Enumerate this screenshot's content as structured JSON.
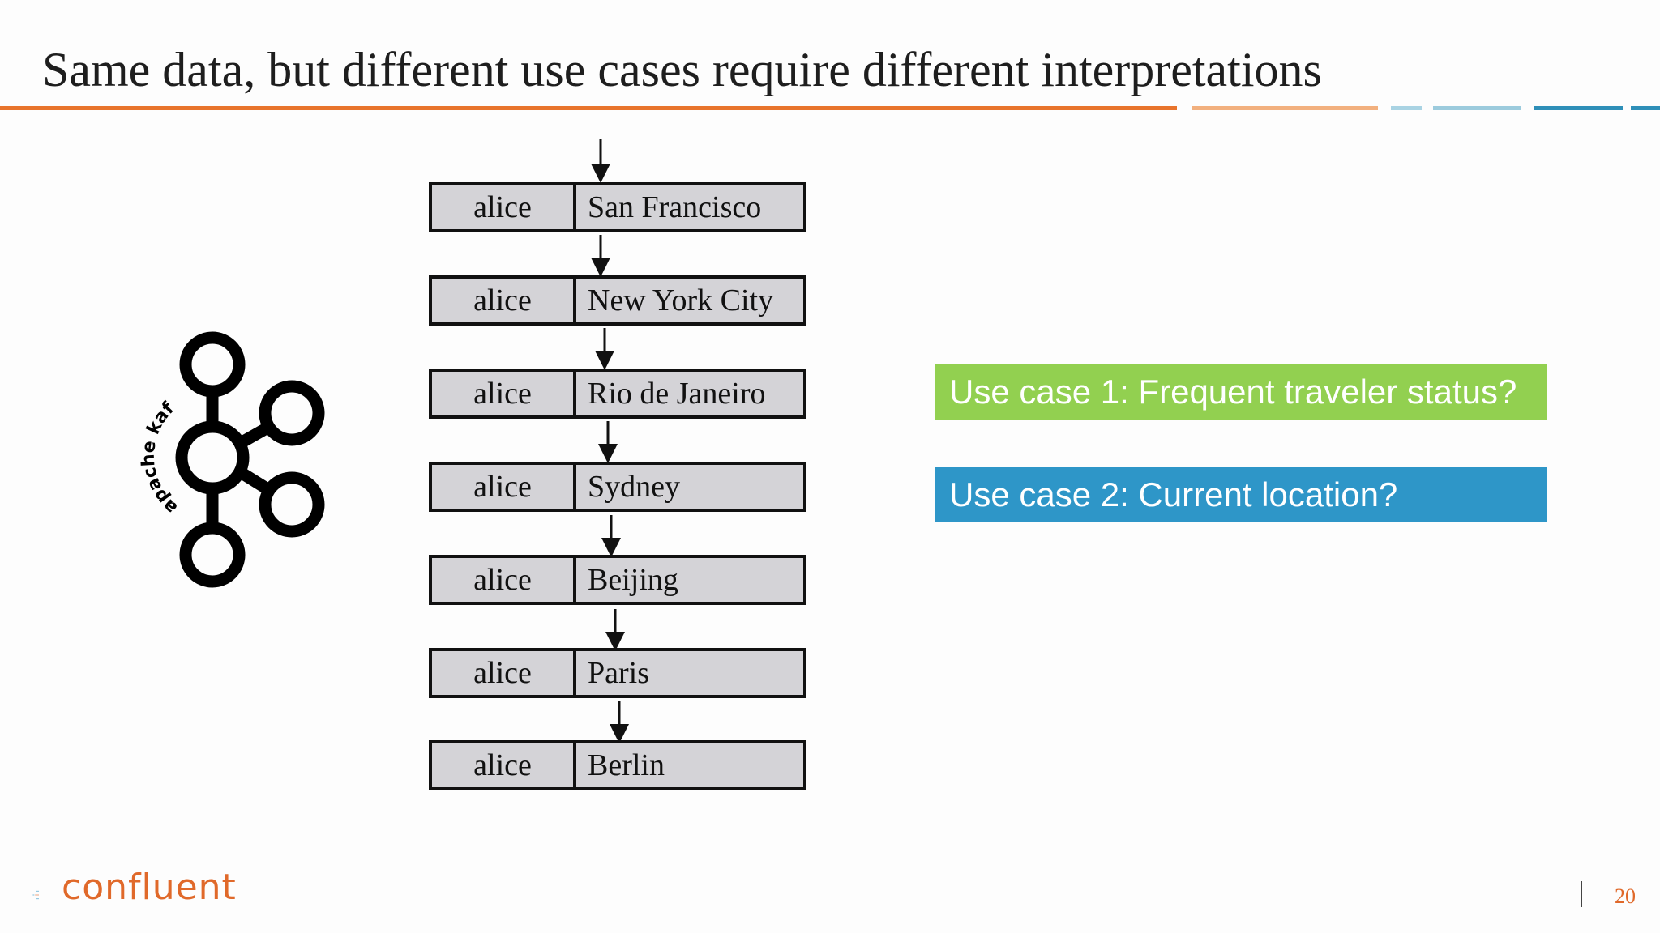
{
  "title": "Same data, but different use cases require different interpretations",
  "header_rule_colors": [
    "#e8742c",
    "#f2b07e",
    "#a9d3e3",
    "#9ccbdd",
    "#2e8fb8",
    "#2e8fb8"
  ],
  "records": [
    {
      "key": "alice",
      "value": "San Francisco"
    },
    {
      "key": "alice",
      "value": "New York City"
    },
    {
      "key": "alice",
      "value": "Rio de Janeiro"
    },
    {
      "key": "alice",
      "value": "Sydney"
    },
    {
      "key": "alice",
      "value": "Beijing"
    },
    {
      "key": "alice",
      "value": "Paris"
    },
    {
      "key": "alice",
      "value": "Berlin"
    }
  ],
  "use_cases": [
    {
      "label": "Use case 1: Frequent traveler status?",
      "color": "#92d050"
    },
    {
      "label": "Use case 2: Current location?",
      "color": "#2e96c8"
    }
  ],
  "kafka_logo": {
    "icon": "apache-kafka-logo",
    "text": "apache kafka"
  },
  "footer": {
    "brand": "confluent",
    "brand_color": "#e0692a",
    "page_number": "20"
  }
}
